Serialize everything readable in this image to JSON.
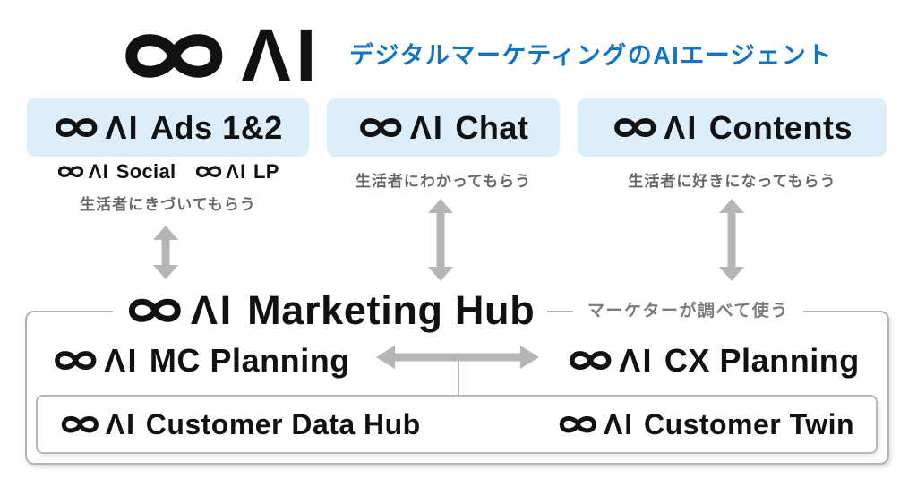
{
  "brand": {
    "name": "∞AI",
    "ai": "ΛI"
  },
  "header": {
    "tagline": "デジタルマーケティングのAIエージェント"
  },
  "products": {
    "ads": {
      "name": "Ads 1&2",
      "social": "Social",
      "lp": "LP",
      "desc": "生活者にきづいてもらう"
    },
    "chat": {
      "name": "Chat",
      "desc": "生活者にわかってもらう"
    },
    "contents": {
      "name": "Contents",
      "desc": "生活者に好きになってもらう"
    }
  },
  "hub": {
    "title": "Marketing Hub",
    "note": "マーケターが調べて使う",
    "mc": "MC Planning",
    "cx": "CX Planning",
    "cdh": "Customer Data Hub",
    "twin": "Customer Twin"
  },
  "colors": {
    "accent_blue": "#1274c5",
    "product_box_bg": "#ddeefb",
    "arrow_gray": "#b5b5b5",
    "border_gray": "#b2b2b2",
    "text_black": "#111111",
    "muted_gray": "#666666"
  }
}
